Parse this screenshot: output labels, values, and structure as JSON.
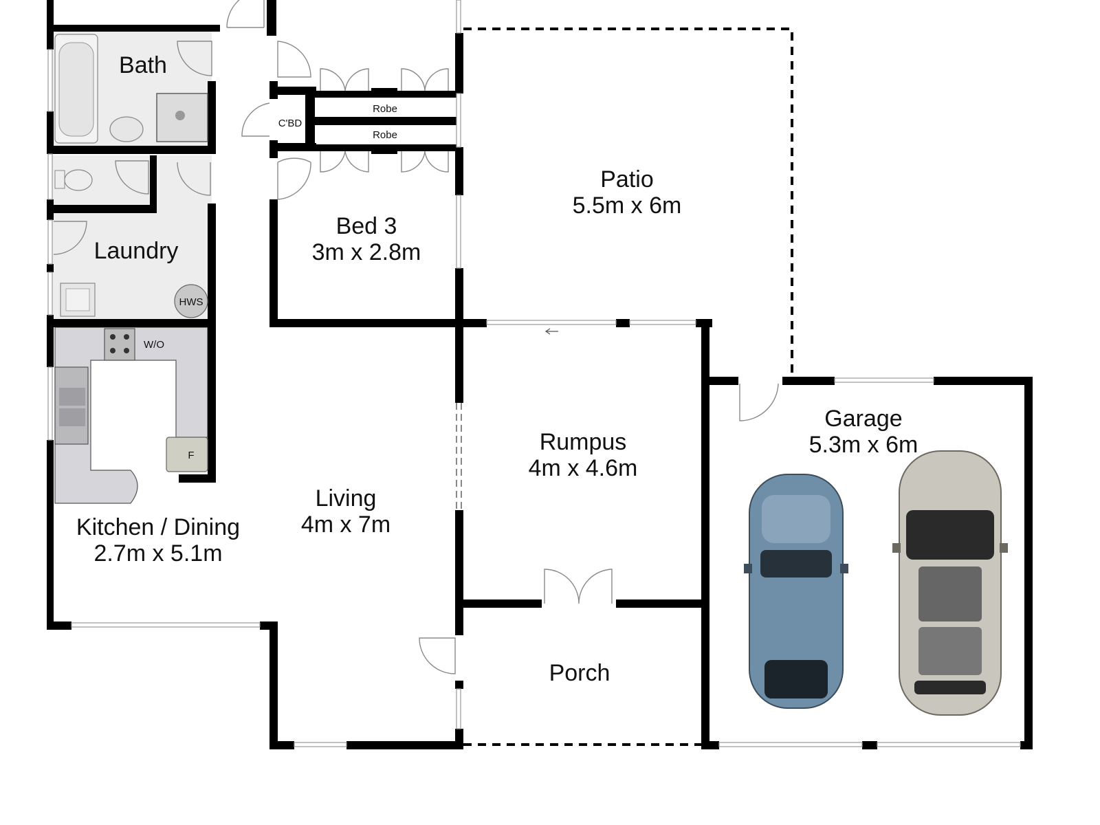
{
  "rooms": {
    "bath": {
      "name": "Bath"
    },
    "cbd": {
      "name": "C'BD"
    },
    "robe_upper": {
      "name": "Robe"
    },
    "robe_lower": {
      "name": "Robe"
    },
    "bed3": {
      "name": "Bed 3",
      "dims": "3m x 2.8m"
    },
    "patio": {
      "name": "Patio",
      "dims": "5.5m x 6m"
    },
    "laundry": {
      "name": "Laundry"
    },
    "hws": {
      "name": "HWS"
    },
    "wo": {
      "name": "W/O"
    },
    "fridge": {
      "name": "F"
    },
    "kitchen": {
      "name": "Kitchen / Dining",
      "dims": "2.7m x 5.1m"
    },
    "living": {
      "name": "Living",
      "dims": "4m x 7m"
    },
    "rumpus": {
      "name": "Rumpus",
      "dims": "4m x 4.6m"
    },
    "garage": {
      "name": "Garage",
      "dims": "5.3m x 6m"
    },
    "porch": {
      "name": "Porch"
    }
  },
  "colors": {
    "wall": "#000000",
    "tile_floor": "#ededed",
    "benchtop": "#d6d6da",
    "car_blue": "#6f8ea8",
    "car_silver": "#c9c6bd"
  },
  "icons": [
    "bathtub",
    "basin",
    "shower",
    "toilet",
    "laundry-tub",
    "hot-water-system",
    "cooktop",
    "sink",
    "fridge",
    "car"
  ]
}
